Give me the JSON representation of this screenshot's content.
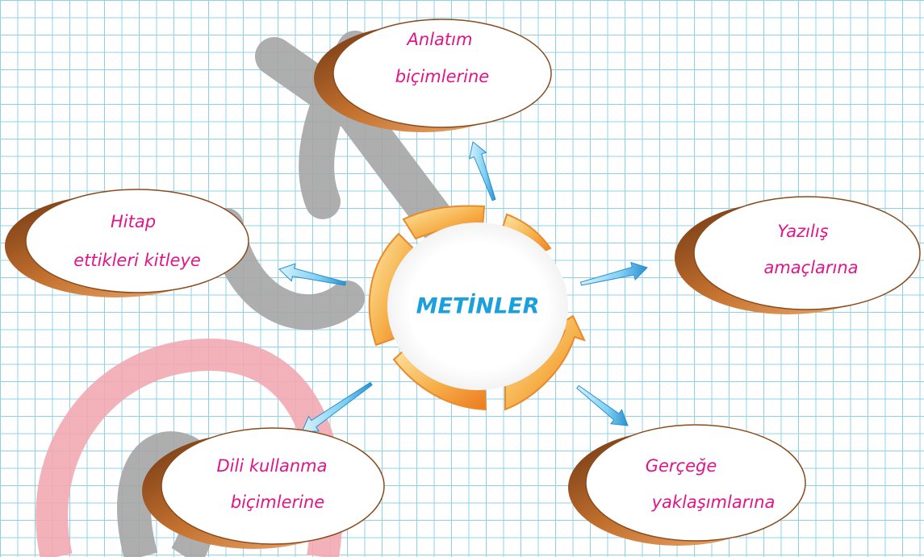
{
  "center": {
    "label": "METİNLER"
  },
  "nodes": [
    {
      "id": "anlatim",
      "lines": [
        "Anlatım",
        "biçimlerine"
      ]
    },
    {
      "id": "hitap",
      "lines": [
        "Hitap",
        "ettikleri kitleye"
      ]
    },
    {
      "id": "yazilis",
      "lines": [
        "Yazılış",
        "amaçlarına"
      ]
    },
    {
      "id": "dili",
      "lines": [
        "Dili kullanma",
        "biçimlerine"
      ]
    },
    {
      "id": "gercege",
      "lines": [
        "Gerçeğe",
        "yaklaşımlarına"
      ]
    }
  ],
  "colors": {
    "grid": "#8fd0e8",
    "node_text": "#e0158a",
    "center_text": "#1aa0dc",
    "node_shadow": "#a8561e",
    "node_border": "#8a4b1c",
    "ring_orange": "#f08a2a",
    "ring_light": "#fde9a8",
    "arrow_blue": "#6ec9f0",
    "watermark_gray": "#a6a6a6",
    "watermark_pink": "#f2a9b2"
  }
}
